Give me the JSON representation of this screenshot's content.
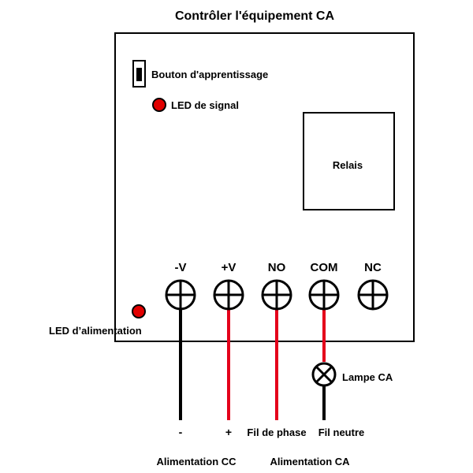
{
  "title": "Contrôler l'équipement CA",
  "learn_button_label": "Bouton d'apprentissage",
  "signal_led_label": "LED de signal",
  "relay_label": "Relais",
  "power_led_label": "LED d’alimentation",
  "terminals": [
    {
      "label": "-V"
    },
    {
      "label": "+V"
    },
    {
      "label": "NO"
    },
    {
      "label": "COM"
    },
    {
      "label": "NC"
    }
  ],
  "lamp_label": "Lampe CA",
  "wire_labels": {
    "minus": "-",
    "plus": "+",
    "phase": "Fil de phase",
    "neutral": "Fil neutre"
  },
  "supply_labels": {
    "dc": "Alimentation CC",
    "ac": "Alimentation CA"
  },
  "colors": {
    "red_wire": "#e4001b",
    "black_wire": "#000000",
    "led_red": "#e10000"
  }
}
